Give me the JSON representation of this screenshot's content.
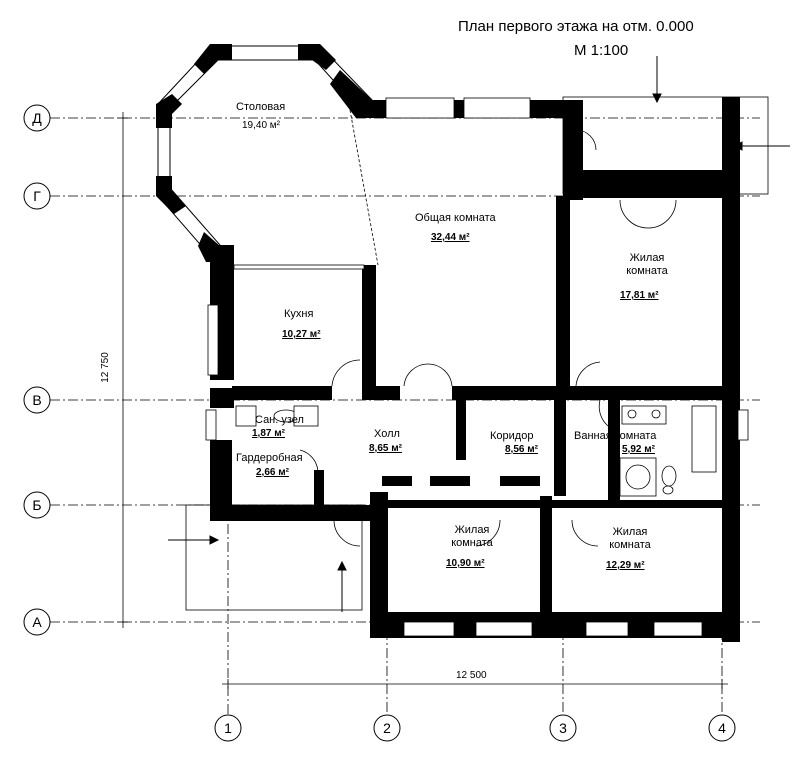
{
  "title": {
    "line1": "План первого этажа на отм. 0.000",
    "line2": "М 1:100"
  },
  "rooms": {
    "dining": {
      "name": "Столовая",
      "area": "19,40 м²"
    },
    "common": {
      "name": "Общая комната",
      "area": "32,44 м²"
    },
    "living1": {
      "name": "Жилая комната",
      "area": "17,81 м²"
    },
    "kitchen": {
      "name": "Кухня",
      "area": "10,27 м²"
    },
    "bath_small": {
      "name": "Сан. узел",
      "area": "1,87 м²"
    },
    "hall": {
      "name": "Холл",
      "area": "8,65 м²"
    },
    "corridor": {
      "name": "Коридор",
      "area": "8,56 м²"
    },
    "bathroom": {
      "name": "Ванная комната",
      "area": "5,92 м²"
    },
    "wardrobe": {
      "name": "Гардеробная",
      "area": "2,66 м²"
    },
    "living2": {
      "name": "Жилая комната",
      "area": "10,90 м²"
    },
    "living3": {
      "name": "Жилая комната",
      "area": "12,29 м²"
    }
  },
  "axes": {
    "rows": [
      "Д",
      "Г",
      "В",
      "Б",
      "А"
    ],
    "cols": [
      "1",
      "2",
      "3",
      "4"
    ]
  },
  "dimensions": {
    "height": "12 750",
    "width": "12 500"
  }
}
